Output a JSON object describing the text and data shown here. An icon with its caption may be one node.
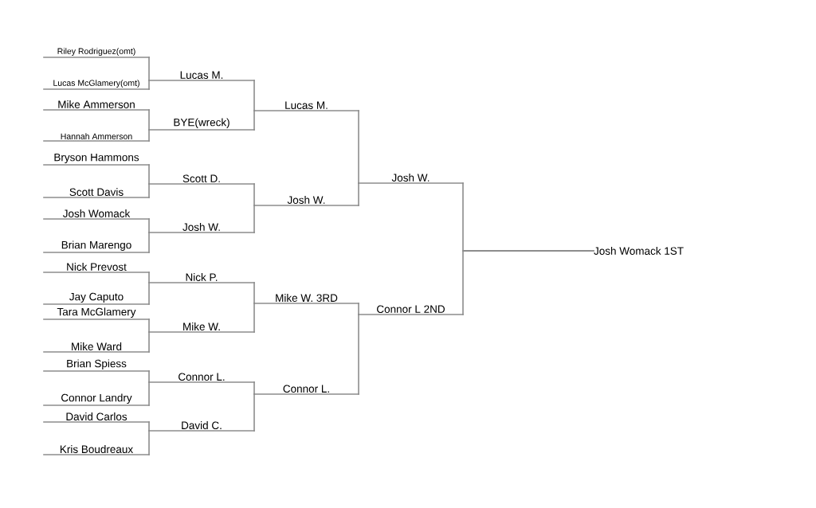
{
  "diagram": {
    "nodes": [
      {
        "text": [
          "Riley Rodriguez(omt)"
        ]
      },
      {
        "text": [
          "Lucas McGlamery(omt)"
        ]
      },
      {
        "text": [
          "Mike Ammerson"
        ]
      },
      {
        "text": [
          "Hannah Ammerson"
        ]
      },
      {
        "text": [
          "Bryson Hammons"
        ]
      },
      {
        "text": [
          "Scott Davis"
        ]
      },
      {
        "text": [
          "Josh Womack"
        ]
      },
      {
        "text": [
          "Brian Marengo"
        ]
      },
      {
        "text": [
          "Nick Prevost"
        ]
      },
      {
        "text": [
          "Jay Caputo"
        ]
      },
      {
        "text": [
          "Tara McGlamery"
        ]
      },
      {
        "text": [
          "Mike Ward"
        ]
      },
      {
        "text": [
          "Brian Spiess"
        ]
      },
      {
        "text": [
          "Connor Landry"
        ]
      },
      {
        "text": [
          "David Carlos"
        ]
      },
      {
        "text": [
          "Kris Boudreaux"
        ]
      },
      {
        "text": [
          "Lucas M."
        ]
      },
      {
        "text": [
          "BYE(wreck)"
        ]
      },
      {
        "text": [
          "Scott D."
        ]
      },
      {
        "text": [
          "Josh W."
        ]
      },
      {
        "text": [
          "Nick P."
        ]
      },
      {
        "text": [
          "Mike W."
        ]
      },
      {
        "text": [
          "Connor L."
        ]
      },
      {
        "text": [
          "David C."
        ]
      },
      {
        "text": [
          "Lucas M."
        ]
      },
      {
        "text": [
          "Josh W."
        ]
      },
      {
        "text": [
          "Mike W. 3RD"
        ]
      },
      {
        "text": [
          "Connor L."
        ]
      },
      {
        "text": [
          "Josh W."
        ]
      },
      {
        "text": [
          "Connor L 2ND"
        ]
      },
      {
        "text": [
          "Josh Womack 1ST"
        ]
      }
    ],
    "edges": [
      {
        "from": 0,
        "to": 16,
        "arrow": "none"
      },
      {
        "from": 1,
        "to": 16,
        "arrow": "none"
      },
      {
        "from": 2,
        "to": 17,
        "arrow": "none"
      },
      {
        "from": 3,
        "to": 17,
        "arrow": "none"
      },
      {
        "from": 4,
        "to": 18,
        "arrow": "none"
      },
      {
        "from": 5,
        "to": 18,
        "arrow": "none"
      },
      {
        "from": 6,
        "to": 19,
        "arrow": "none"
      },
      {
        "from": 7,
        "to": 19,
        "arrow": "none"
      },
      {
        "from": 8,
        "to": 20,
        "arrow": "none"
      },
      {
        "from": 9,
        "to": 20,
        "arrow": "none"
      },
      {
        "from": 10,
        "to": 21,
        "arrow": "none"
      },
      {
        "from": 11,
        "to": 21,
        "arrow": "none"
      },
      {
        "from": 12,
        "to": 22,
        "arrow": "none"
      },
      {
        "from": 13,
        "to": 22,
        "arrow": "none"
      },
      {
        "from": 14,
        "to": 23,
        "arrow": "none"
      },
      {
        "from": 15,
        "to": 23,
        "arrow": "none"
      },
      {
        "from": 16,
        "to": 24,
        "arrow": "none"
      },
      {
        "from": 17,
        "to": 24,
        "arrow": "none"
      },
      {
        "from": 18,
        "to": 25,
        "arrow": "none"
      },
      {
        "from": 19,
        "to": 25,
        "arrow": "none"
      },
      {
        "from": 20,
        "to": 26,
        "arrow": "none"
      },
      {
        "from": 21,
        "to": 26,
        "arrow": "none"
      },
      {
        "from": 22,
        "to": 27,
        "arrow": "none"
      },
      {
        "from": 23,
        "to": 27,
        "arrow": "none"
      },
      {
        "from": 24,
        "to": 28,
        "arrow": "none"
      },
      {
        "from": 25,
        "to": 28,
        "arrow": "none"
      },
      {
        "from": 26,
        "to": 29,
        "arrow": "none"
      },
      {
        "from": 27,
        "to": 29,
        "arrow": "none"
      },
      {
        "from": 28,
        "to": 30,
        "arrow": "none"
      },
      {
        "from": 29,
        "to": 30,
        "arrow": "none"
      }
    ]
  }
}
